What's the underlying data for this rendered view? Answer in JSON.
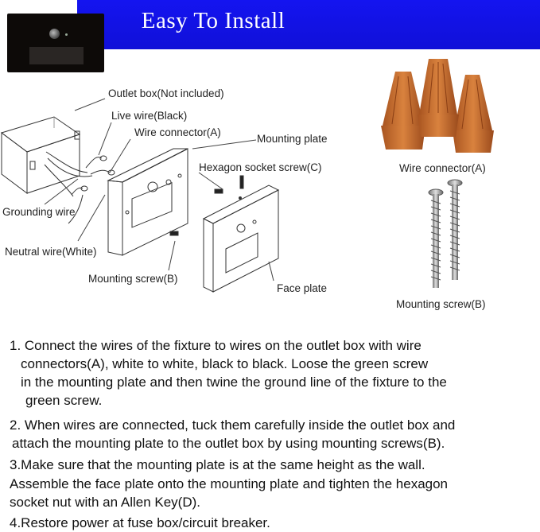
{
  "banner": {
    "title": "Easy To Install"
  },
  "diagram": {
    "labels": {
      "outlet_box": "Outlet box(Not included)",
      "live_wire": "Live wire(Black)",
      "wire_connector_a": "Wire connector(A)",
      "mounting_plate": "Mounting plate",
      "hexagon_socket_screw": "Hexagon socket screw(C)",
      "grounding_wire": "Grounding wire",
      "neutral_wire": "Neutral wire(White)",
      "mounting_screw_b": "Mounting screw(B)",
      "face_plate": "Face plate"
    }
  },
  "parts": {
    "wire_connector_label": "Wire connector(A)",
    "mounting_screw_label": "Mounting screw(B)",
    "connector_color": "#c8702e"
  },
  "instructions": {
    "step1_line1": "1. Connect the wires of the fixture to wires on the outlet box with wire",
    "step1_line2": "connectors(A), white to white, black to black. Loose the green screw",
    "step1_line3": "in the mounting plate and then twine the ground line of the fixture to the",
    "step1_line4": "green screw.",
    "step2_line1": "2. When wires are connected, tuck them carefully inside the outlet box and",
    "step2_line2": "attach the mounting plate to the outlet box by using mounting screws(B).",
    "step3_line1": "3.Make sure that the mounting plate is at the same height as the wall.",
    "step3_line2": "Assemble the face plate onto the mounting plate and tighten the hexagon",
    "step3_line3": "socket nut with an Allen Key(D).",
    "step4_line1": "4.Restore power at fuse box/circuit breaker."
  },
  "colors": {
    "banner": "#1212e6",
    "banner_text": "#ffffff"
  }
}
